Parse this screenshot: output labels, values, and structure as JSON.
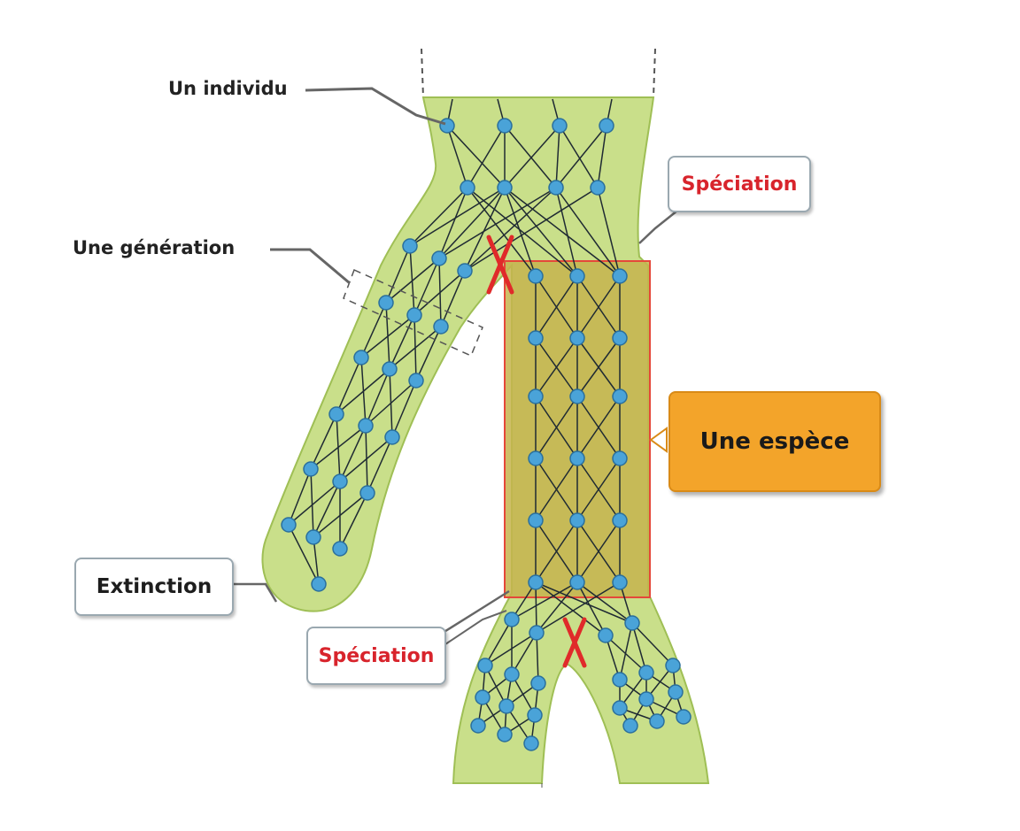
{
  "labels": {
    "individu": "Un individu",
    "generation": "Une génération",
    "speciation_top": "Spéciation",
    "espece": "Une espèce",
    "extinction": "Extinction",
    "speciation_bottom": "Spéciation"
  },
  "colors": {
    "band": "#c9df8a",
    "band_edge": "#9fbf55",
    "node": "#4aa3d8",
    "node_edge": "#2a6f9c",
    "species_fill": "#c5b44d",
    "species_border": "#e5483a",
    "cross": "#e02a2a",
    "callout": "#f3a42a"
  }
}
